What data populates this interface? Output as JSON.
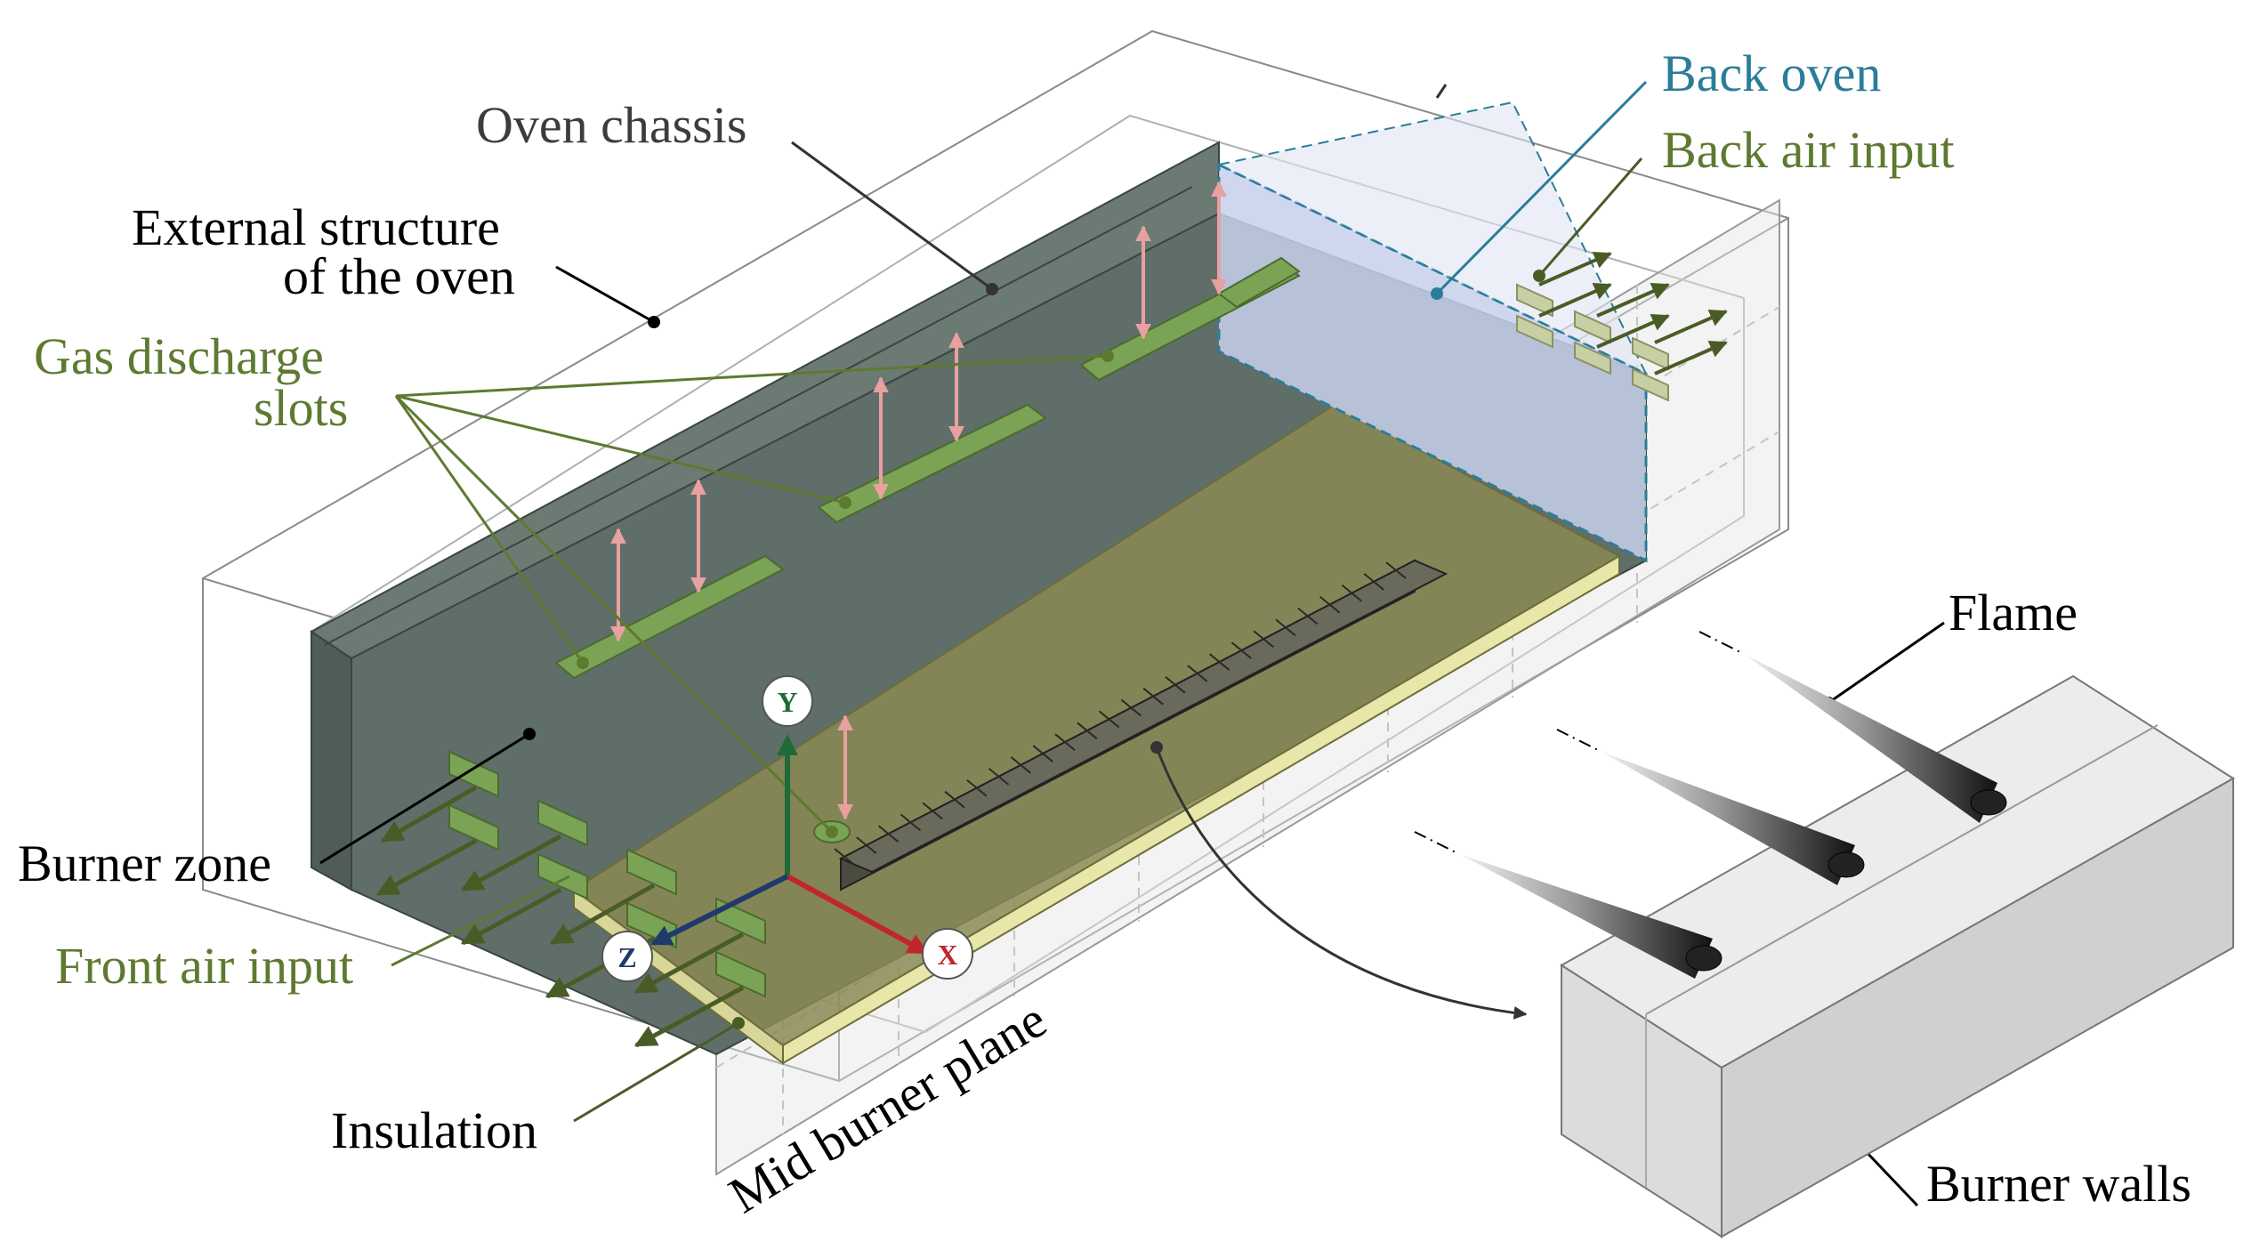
{
  "labels": {
    "oven_chassis": "Oven chassis",
    "external_structure_line1": "External structure",
    "external_structure_line2": "of the oven",
    "gas_discharge_line1": "Gas discharge",
    "gas_discharge_line2": "slots",
    "back_oven": "Back oven",
    "back_air_input": "Back air input",
    "burner_zone": "Burner zone",
    "front_air_input": "Front air input",
    "insulation": "Insulation",
    "mid_burner_plane": "Mid burner plane",
    "flame": "Flame",
    "burner_walls": "Burner walls"
  },
  "axes": {
    "x": "X",
    "y": "Y",
    "z": "Z"
  },
  "colors": {
    "chassis": "#5f6e68",
    "chassis_edge": "#3a4540",
    "insulation": "#e8e6a8",
    "oven_floor": "#8a8a55",
    "slot": "#7aa356",
    "arrow_pink": "#e8a0a0",
    "back_oven": "#2b7d99",
    "back_oven_fill": "#c7d0ec",
    "air_green": "#4a5c26",
    "green_label": "#5d7a30",
    "axis_x": "#c0262d",
    "axis_y": "#1f6b3a",
    "axis_z": "#1f3a6b",
    "burner_box": "#d8d8d8"
  }
}
